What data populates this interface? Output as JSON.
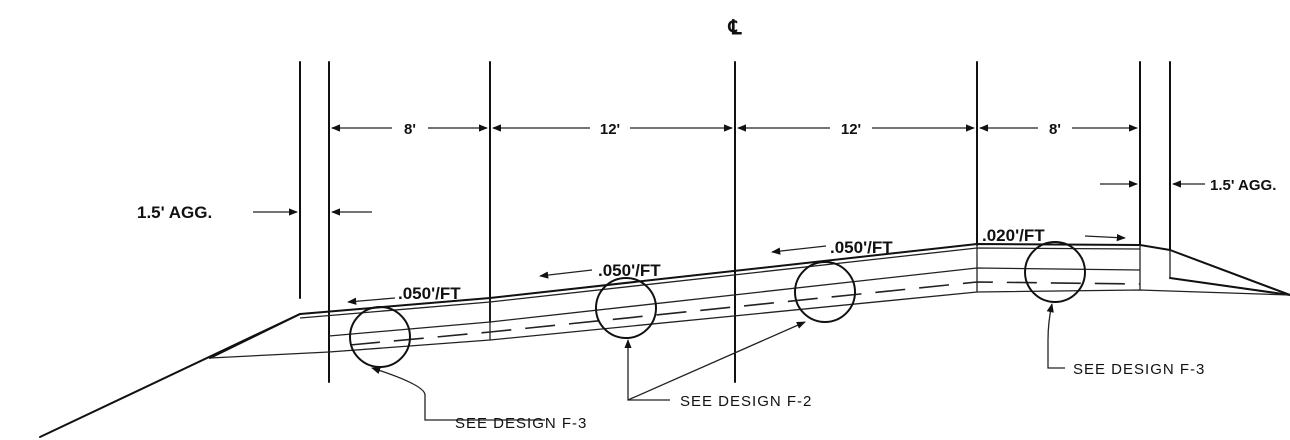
{
  "centerline_symbol": "℄",
  "dimensions": {
    "shoulder_left": "8'",
    "lane_left": "12'",
    "lane_right": "12'",
    "shoulder_right": "8'"
  },
  "aggregate": {
    "left": "1.5' AGG.",
    "right": "1.5' AGG."
  },
  "slopes": {
    "left_shoulder": ".050'/FT",
    "left_lane": ".050'/FT",
    "right_lane": ".050'/FT",
    "right_shoulder": ".020'/FT"
  },
  "callouts": {
    "left": "SEE DESIGN F-3",
    "center": "SEE DESIGN F-2",
    "right": "SEE DESIGN F-3"
  }
}
